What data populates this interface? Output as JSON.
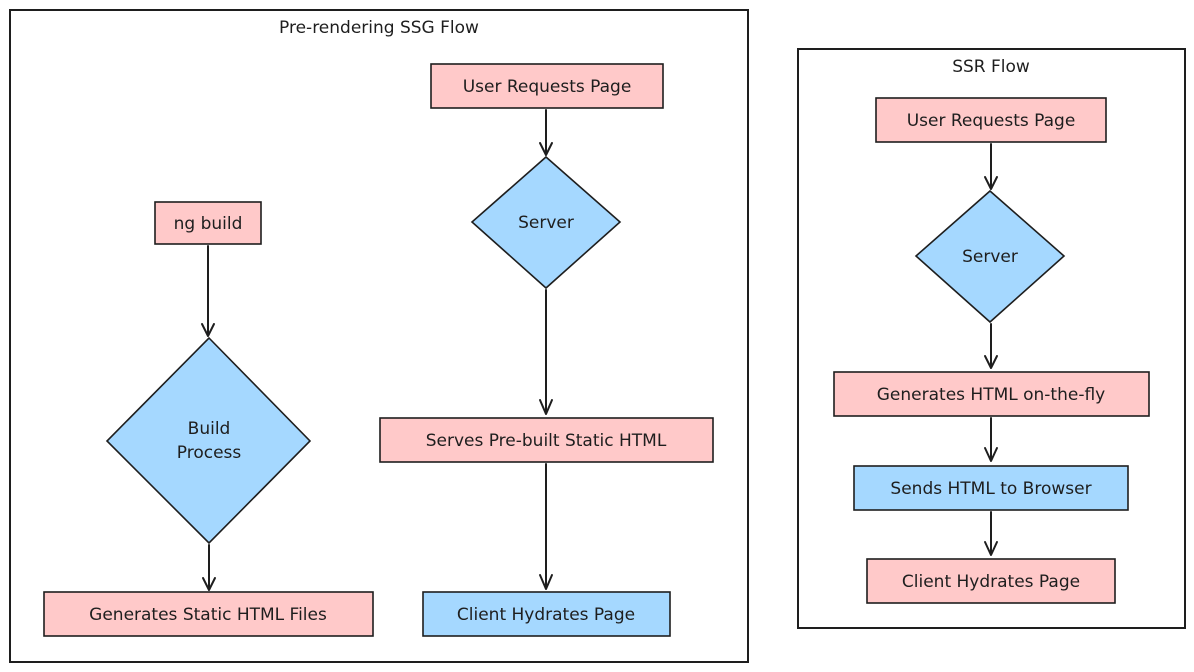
{
  "ssg": {
    "title": "Pre-rendering SSG Flow",
    "ng_build": "ng build",
    "build_process_line1": "Build",
    "build_process_line2": "Process",
    "generates_static": "Generates Static HTML Files",
    "user_requests": "User Requests Page",
    "server": "Server",
    "serves_prebuilt": "Serves Pre-built Static HTML",
    "client_hydrates": "Client Hydrates Page"
  },
  "ssr": {
    "title": "SSR Flow",
    "user_requests": "User Requests Page",
    "server": "Server",
    "generates_html": "Generates HTML on-the-fly",
    "sends_html": "Sends HTML to Browser",
    "client_hydrates": "Client Hydrates Page"
  },
  "colors": {
    "pink": "#ffc9c9",
    "blue": "#a5d8ff",
    "stroke": "#1e1e1e"
  }
}
